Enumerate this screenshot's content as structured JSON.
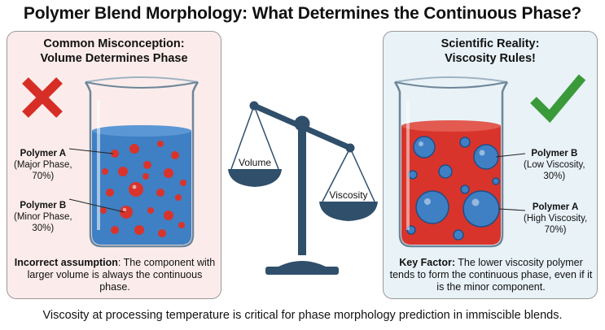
{
  "title": "Polymer Blend Morphology: What Determines the Continuous Phase?",
  "left_panel": {
    "heading_line1": "Common Misconception:",
    "heading_line2": "Volume Determines Phase",
    "polymer_a_name": "Polymer A",
    "polymer_a_detail1": "(Major Phase,",
    "polymer_a_detail2": "70%)",
    "polymer_b_name": "Polymer B",
    "polymer_b_detail1": "(Minor Phase,",
    "polymer_b_detail2": "30%)",
    "note_bold": "Incorrect assumption",
    "note_rest": ": The component with larger volume is always the continuous phase.",
    "liquid_color": "#3f7fc4",
    "droplet_color": "#d9342b",
    "mark_color": "#d62e26"
  },
  "scale": {
    "left_pan_label": "Volume",
    "right_pan_label": "Viscosity",
    "color": "#2f4f6b"
  },
  "right_panel": {
    "heading_line1": "Scientific Reality:",
    "heading_line2": "Viscosity Rules!",
    "polymer_b_name": "Polymer B",
    "polymer_b_detail1": "(Low Viscosity,",
    "polymer_b_detail2": "30%)",
    "polymer_a_name": "Polymer A",
    "polymer_a_detail1": "(High Viscosity,",
    "polymer_a_detail2": "70%)",
    "note_bold": "Key Factor:",
    "note_rest": " The lower viscosity polymer tends to form the continuous phase, even if it is the minor component.",
    "liquid_color": "#d9342b",
    "droplet_color": "#3f7fc4",
    "mark_color": "#3a9a3a"
  },
  "caption": "Viscosity at processing temperature is critical for phase morphology prediction in immiscible blends."
}
